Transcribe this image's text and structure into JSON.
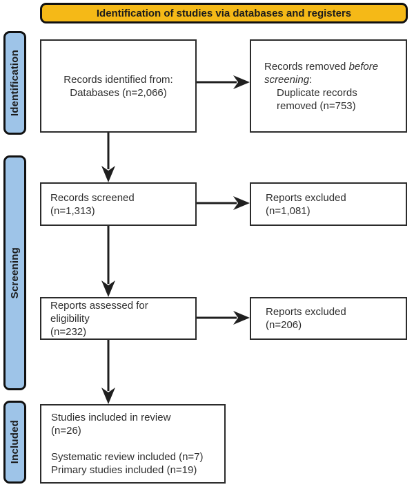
{
  "banner": {
    "label": "Identification of studies via databases and registers"
  },
  "stages": [
    {
      "id": "identification",
      "label": "Identification"
    },
    {
      "id": "screening",
      "label": "Screening"
    },
    {
      "id": "included",
      "label": "Included"
    }
  ],
  "boxes": {
    "records_identified": {
      "lines": [
        "Records identified from:",
        "Databases (n=2,066)"
      ]
    },
    "records_removed": {
      "l1_normal": "Records removed ",
      "l1_italic": "before",
      "l2_italic": "screening",
      "l2_colon": ":",
      "item_line1": "Duplicate records",
      "item_line2": "removed (n=753)"
    },
    "records_screened": {
      "lines": [
        "Records screened",
        "(n=1,313)"
      ]
    },
    "reports_excluded_screening": {
      "lines": [
        "Reports excluded",
        "(n=1,081)"
      ]
    },
    "reports_assessed": {
      "lines": [
        "Reports assessed for eligibility",
        "(n=232)"
      ]
    },
    "reports_excluded_eligibility": {
      "lines": [
        "Reports excluded",
        "(n=206)"
      ]
    },
    "included": {
      "lines": [
        "Studies included in review",
        "(n=26)",
        "Systematic review included (n=7)",
        "Primary studies included (n=19)"
      ]
    }
  },
  "colors": {
    "banner_bg": "#F5B917",
    "stage_bg": "#9EC4E8",
    "border_dark": "#111111",
    "box_border": "#2b2b2b",
    "text": "#2e2e2e",
    "arrow": "#1f1f1f"
  }
}
